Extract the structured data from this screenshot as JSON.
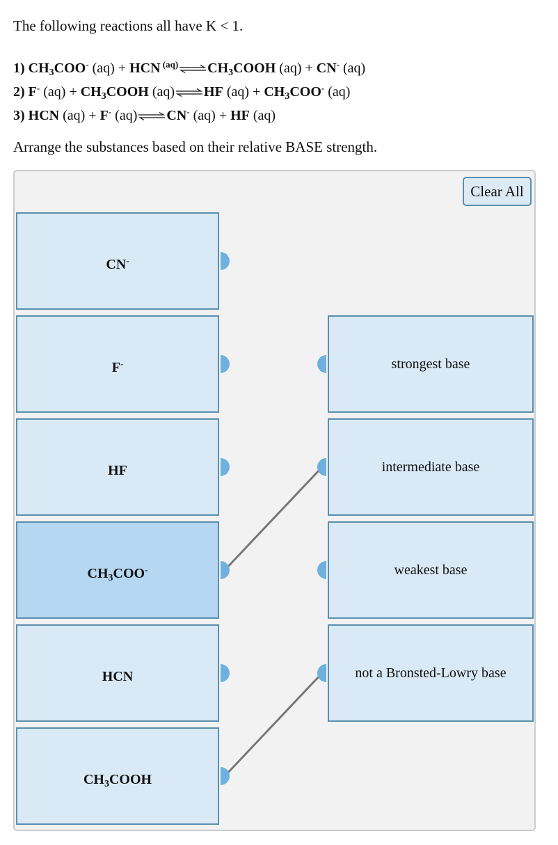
{
  "intro": "The following reactions all have K < 1.",
  "reactions": [
    {
      "num": "1)",
      "lhs": [
        [
          "CH",
          "3",
          "COO",
          "-",
          " (aq)"
        ],
        [
          "HCN",
          "",
          "",
          " (aq)"
        ]
      ],
      "rhs": [
        [
          "CH",
          "3",
          "COOH",
          "",
          " (aq)"
        ],
        [
          "CN",
          "",
          "",
          "-",
          " (aq)"
        ]
      ]
    },
    {
      "num": "2)",
      "lhs": [
        [
          "F",
          "",
          "",
          "-",
          " (aq)"
        ],
        [
          "CH",
          "3",
          "COOH",
          "",
          " (aq)"
        ]
      ],
      "rhs": [
        [
          "HF",
          "",
          "",
          "",
          " (aq)"
        ],
        [
          "CH",
          "3",
          "COO",
          "-",
          " (aq)"
        ]
      ]
    },
    {
      "num": "3)",
      "lhs": [
        [
          "HCN",
          "",
          "",
          "",
          " (aq)"
        ],
        [
          "F",
          "",
          "",
          "-",
          " (aq)"
        ]
      ],
      "rhs": [
        [
          "CN",
          "",
          "",
          "-",
          " (aq)"
        ],
        [
          "HF",
          "",
          "",
          "",
          " (aq)"
        ]
      ]
    }
  ],
  "plus": "+",
  "instruction": "Arrange the substances based on their relative BASE strength.",
  "clear_all_label": "Clear All",
  "items": [
    {
      "id": "cn",
      "main": "CN",
      "sub": "",
      "tail": "",
      "sup": "-"
    },
    {
      "id": "f",
      "main": "F",
      "sub": "",
      "tail": "",
      "sup": "-"
    },
    {
      "id": "hf",
      "main": "HF",
      "sub": "",
      "tail": "",
      "sup": ""
    },
    {
      "id": "ch3coo",
      "main": "CH",
      "sub": "3",
      "tail": "COO",
      "sup": "-"
    },
    {
      "id": "hcn",
      "main": "HCN",
      "sub": "",
      "tail": "",
      "sup": ""
    },
    {
      "id": "ch3cooh",
      "main": "CH",
      "sub": "3",
      "tail": "COOH",
      "sup": ""
    }
  ],
  "categories": [
    {
      "id": "strongest",
      "label": "strongest base"
    },
    {
      "id": "intermediate",
      "label": "intermediate base"
    },
    {
      "id": "weakest",
      "label": "weakest base"
    },
    {
      "id": "not-bl",
      "label": "not a Bronsted-Lowry base"
    }
  ],
  "connections": [
    {
      "from": "ch3coo",
      "to": "intermediate"
    },
    {
      "from": "ch3cooh",
      "to": "not-bl"
    }
  ],
  "selected_item": "ch3coo",
  "colors": {
    "box_fill": "#d9eaf6",
    "box_selected": "#b6d7f1",
    "box_border": "#5b8fae",
    "handle": "#6fb1de",
    "wire": "#777777"
  }
}
